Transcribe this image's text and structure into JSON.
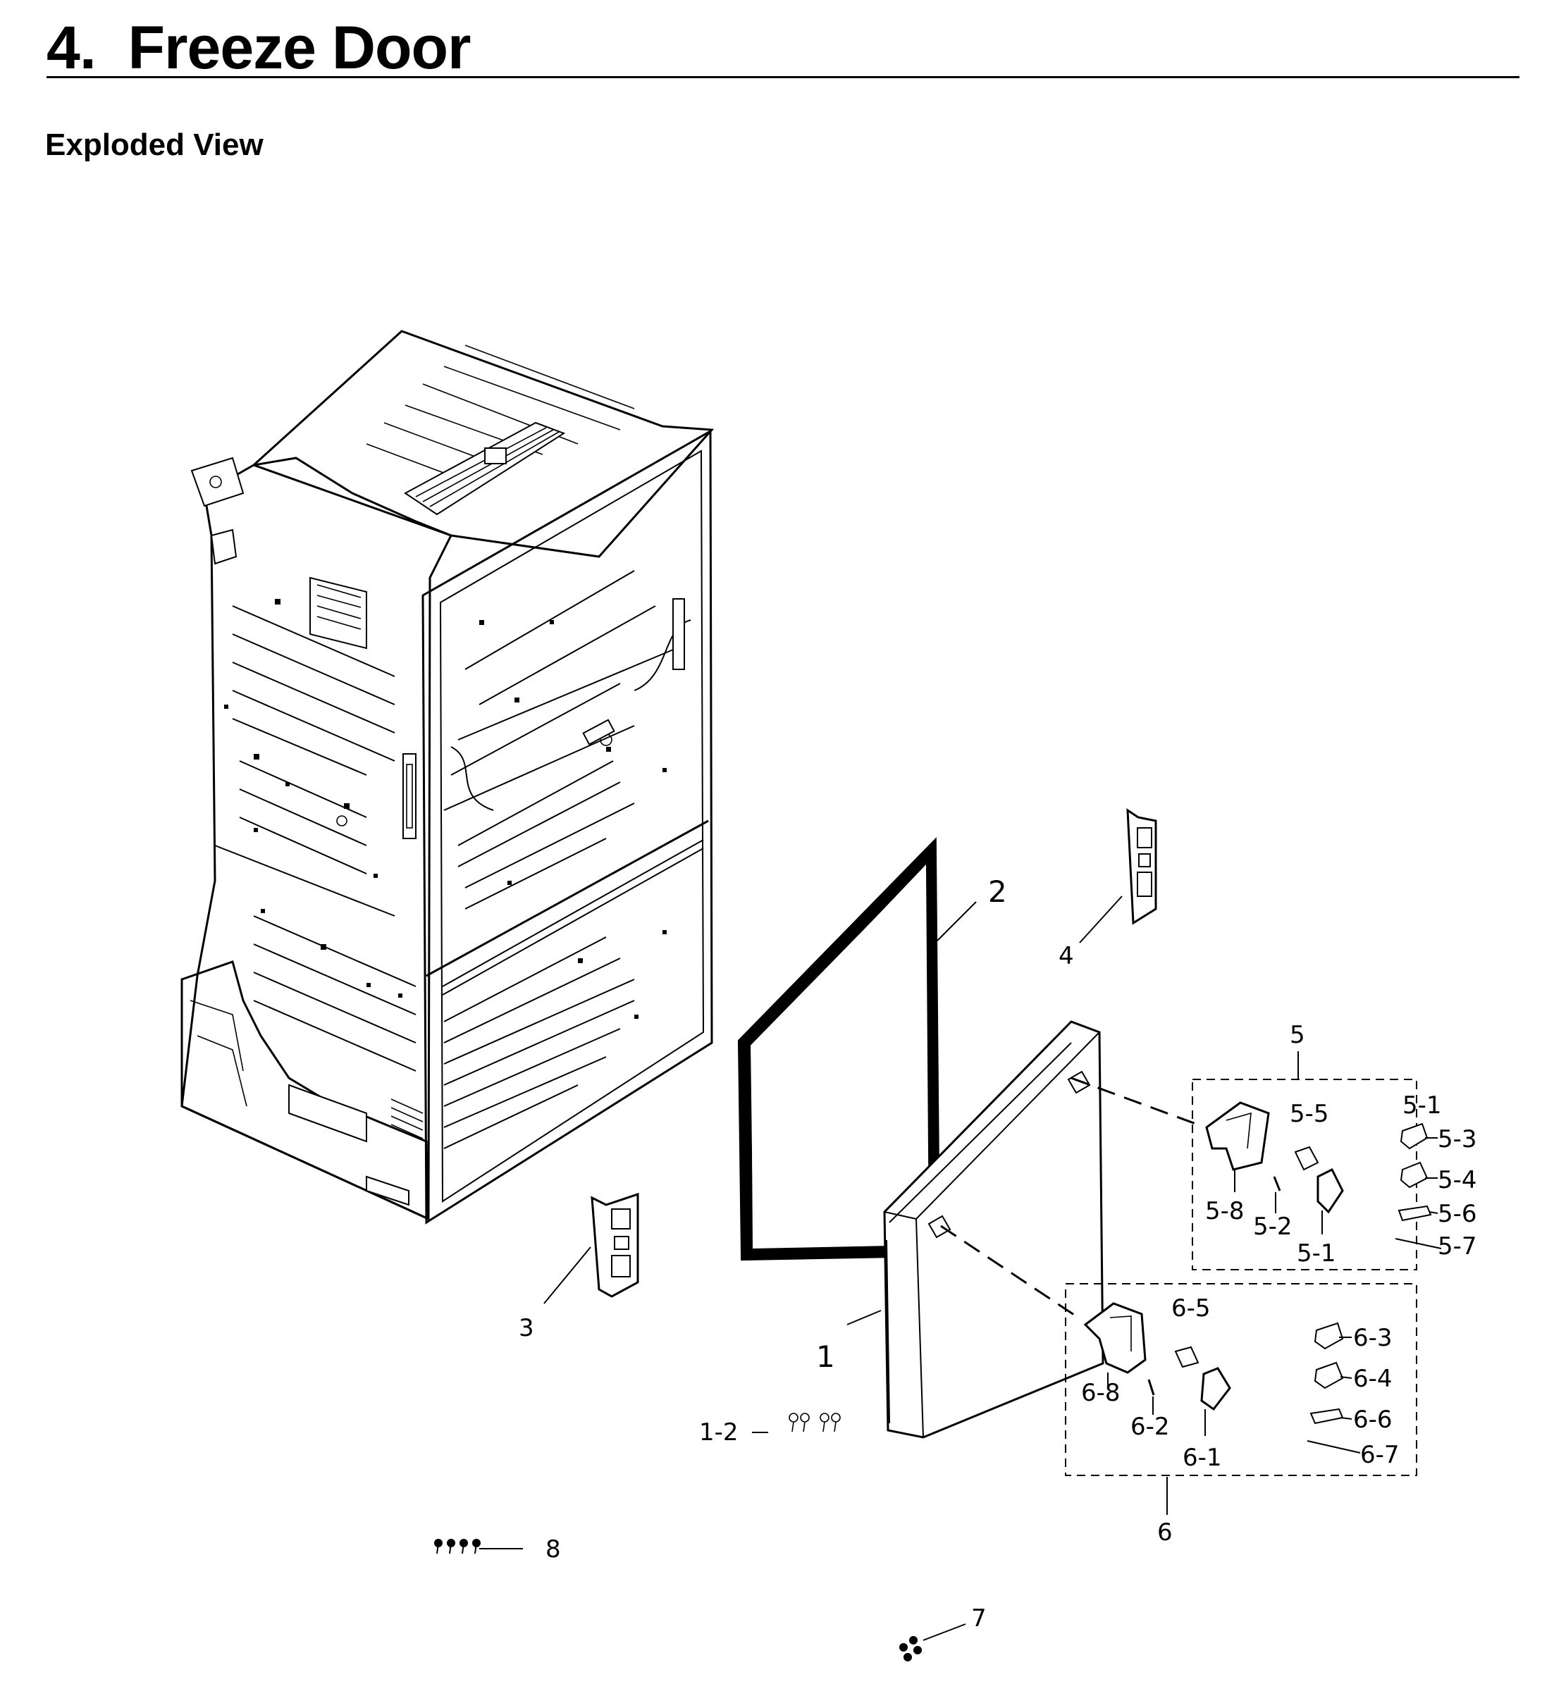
{
  "header": {
    "title": "4.  Freeze Door",
    "subtitle": "Exploded View"
  },
  "callouts": {
    "c1": "1",
    "c1_2": "1-2",
    "c2": "2",
    "c3": "3",
    "c4": "4",
    "c5": "5",
    "c5_1_top": "5-1",
    "c5_1_bottom": "5-1",
    "c5_2": "5-2",
    "c5_3": "5-3",
    "c5_4": "5-4",
    "c5_5": "5-5",
    "c5_6": "5-6",
    "c5_7": "5-7",
    "c5_8": "5-8",
    "c6": "6",
    "c6_1": "6-1",
    "c6_2": "6-2",
    "c6_3": "6-3",
    "c6_4": "6-4",
    "c6_5": "6-5",
    "c6_6": "6-6",
    "c6_7": "6-7",
    "c6_8": "6-8",
    "c7": "7",
    "c8": "8"
  }
}
